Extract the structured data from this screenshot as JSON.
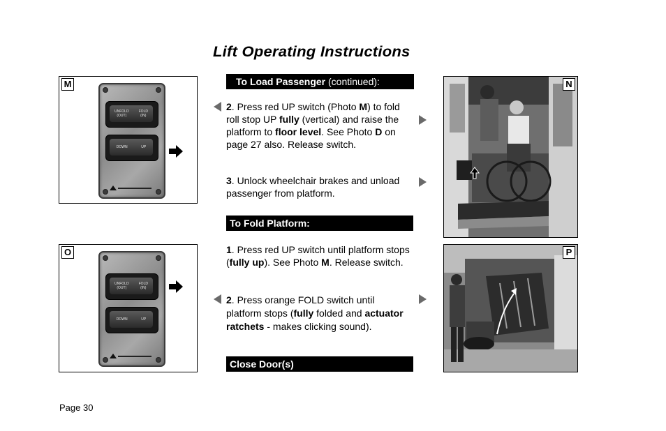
{
  "title": "Lift Operating Instructions",
  "photos": {
    "m": {
      "label": "M",
      "switch_top": [
        "UNFOLD",
        "(OUT)",
        "FOLD",
        "(IN)"
      ],
      "switch_bottom": [
        "DOWN",
        "UP"
      ]
    },
    "o": {
      "label": "O",
      "switch_top": [
        "UNFOLD",
        "(OUT)",
        "FOLD",
        "(IN)"
      ],
      "switch_bottom": [
        "DOWN",
        "UP"
      ]
    },
    "n": {
      "label": "N"
    },
    "p": {
      "label": "P"
    }
  },
  "sections": {
    "load": {
      "bold": "To Load Passenger",
      "normal": " (continued):"
    },
    "fold": {
      "bold": "To Fold Platform:"
    },
    "close": {
      "bold": "Close Door(s)"
    }
  },
  "steps": {
    "load2": {
      "num": "2",
      "t1": ". Press red UP switch (Photo ",
      "b1": "M",
      "t2": ") to fold roll stop UP ",
      "b2": "fully",
      "t3": " (vertical) and raise the platform to ",
      "b3": "floor level",
      "t4": ". See Photo ",
      "b4": "D",
      "t5": " on page 27 also. Release switch."
    },
    "load3": {
      "num": "3",
      "t1": ". Unlock wheelchair brakes and unload passenger from platform."
    },
    "fold1": {
      "num": "1",
      "t1": ". Press red UP switch until platform stops (",
      "b1": "fully up",
      "t2": ").  See Photo ",
      "b2": "M",
      "t3": ". Release switch."
    },
    "fold2": {
      "num": "2",
      "t1": ". Press orange FOLD switch until platform stops (",
      "b1": "fully",
      "t2": " folded and ",
      "b2": "actuator ratchets",
      "t3": " - makes clicking sound)."
    }
  },
  "footer": "Page 30",
  "colors": {
    "bar": "#000000",
    "pointer": "#6a6a6a",
    "text": "#000000"
  }
}
